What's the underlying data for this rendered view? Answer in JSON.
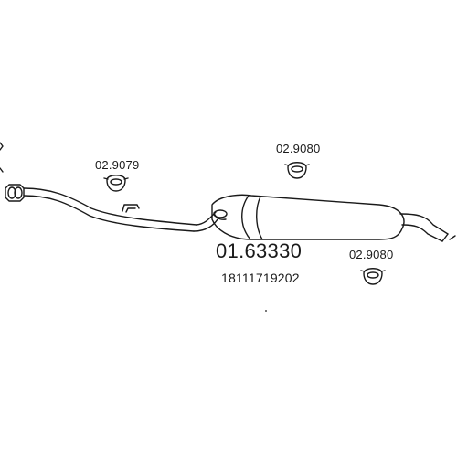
{
  "diagram": {
    "part_number": "01.63330",
    "oem_number": "18111719202",
    "clamps": [
      {
        "label": "02.9079"
      },
      {
        "label": "02.9080"
      },
      {
        "label": "02.9080"
      }
    ]
  }
}
